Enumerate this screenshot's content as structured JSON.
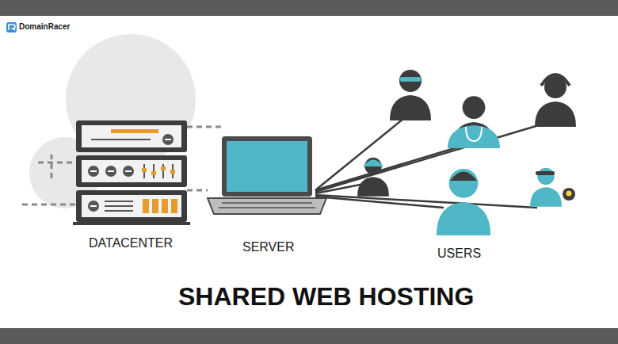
{
  "diagram": {
    "title": "SHARED WEB HOSTING",
    "labels": [
      "DomainRacer",
      "DATACENTER",
      "SERVER",
      "USERS"
    ]
  }
}
